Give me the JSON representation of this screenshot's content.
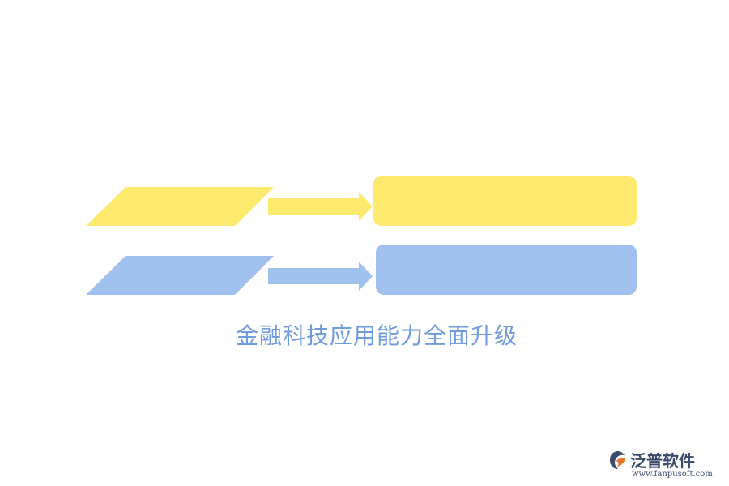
{
  "caption": "金融科技应用能力全面升级",
  "colors": {
    "yellow": "#fde96e",
    "blue": "#a0c0ee",
    "caption": "#6f9be0",
    "watermark": "#3a4a6b"
  },
  "rows": [
    {
      "color_key": "yellow"
    },
    {
      "color_key": "blue"
    }
  ],
  "watermark": {
    "brand": "泛普软件",
    "url": "www.fanpusoft.com",
    "icon": "fanpu-logo-icon"
  }
}
